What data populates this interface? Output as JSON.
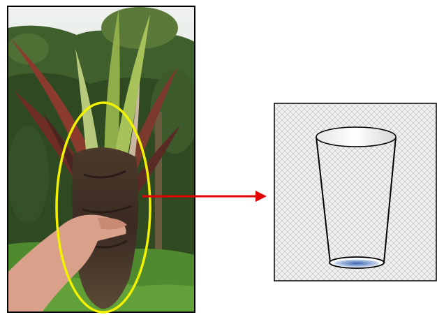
{
  "colors": {
    "highlight_ellipse": "#f2f200",
    "arrow": "#e00000",
    "photo_border": "#000000",
    "panel_border": "#000000",
    "cup_outline": "#000000",
    "water": "#3a66b0",
    "sky": "#dfe6e2",
    "forest_dark": "#2f4a22",
    "grass": "#4f8a2e",
    "plant_dark": "#3f2a24",
    "leaf_red": "#8a3b2d",
    "leaf_green": "#8fae4a",
    "skin": "#d9a08a"
  },
  "photo": {
    "subject": "bromeliad-plant-held-in-hand",
    "highlight": "yellow-ellipse-around-leaf-base"
  },
  "connector": {
    "type": "arrow",
    "direction": "right"
  },
  "illustration": {
    "subject": "cup-with-water-at-bottom",
    "background_pattern": "checkered"
  }
}
